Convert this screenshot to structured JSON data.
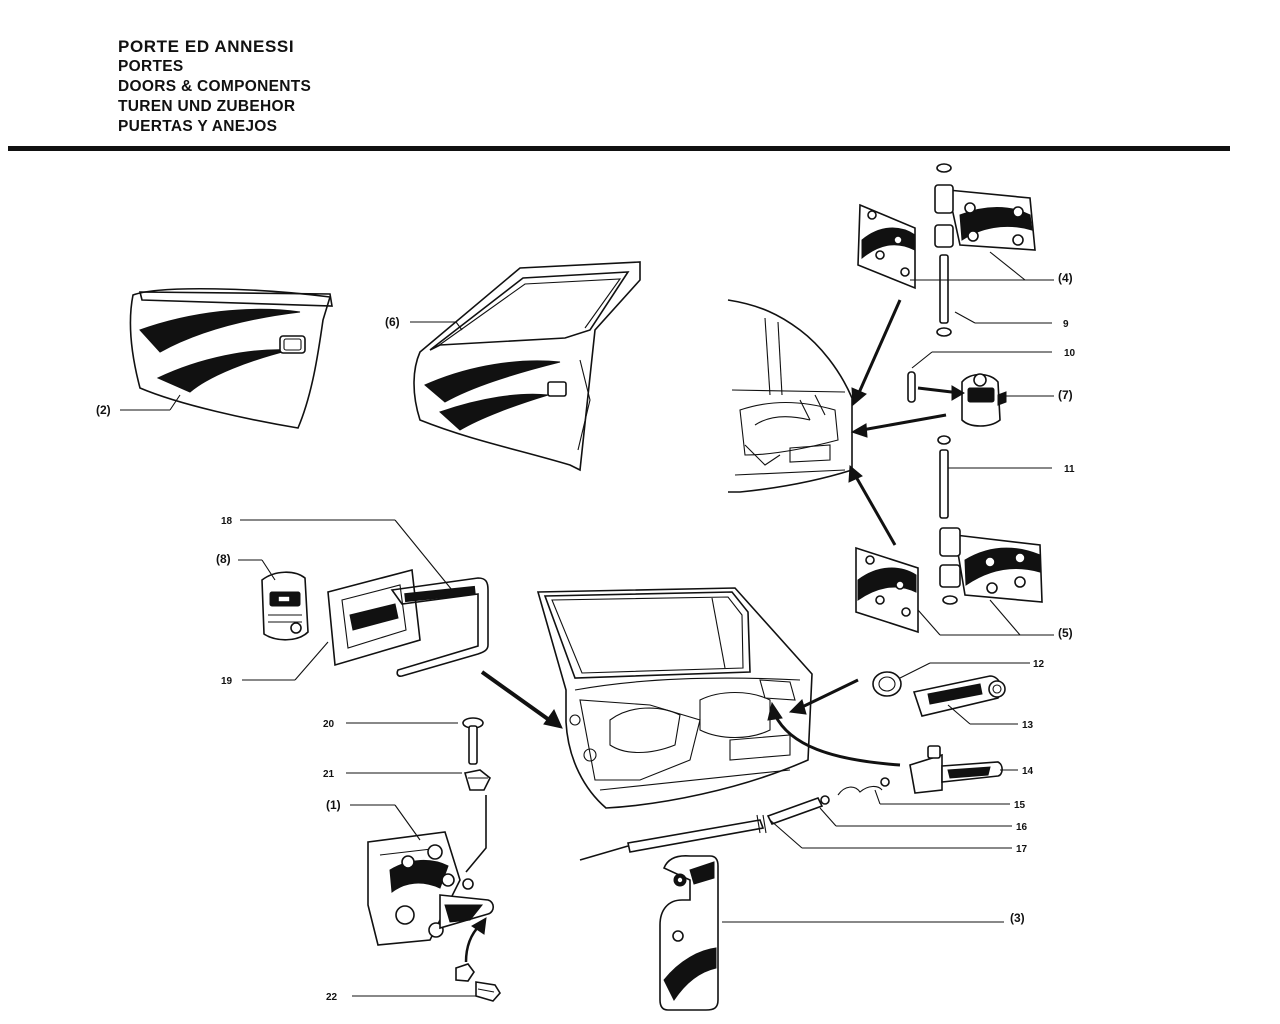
{
  "title": {
    "lines": [
      "PORTE ED ANNESSI",
      "PORTES",
      "DOORS & COMPONENTS",
      "TUREN UND ZUBEHOR",
      "PUERTAS Y ANEJOS"
    ]
  },
  "callouts": {
    "c2": "(2)",
    "c6": "(6)",
    "c4": "(4)",
    "c9": "9",
    "c10": "10",
    "c7": "(7)",
    "c11": "11",
    "c5": "(5)",
    "c18": "18",
    "c8": "(8)",
    "c19": "19",
    "c12": "12",
    "c13": "13",
    "c14": "14",
    "c15": "15",
    "c16": "16",
    "c17": "17",
    "c20": "20",
    "c21": "21",
    "c1": "(1)",
    "c3": "(3)",
    "c22": "22"
  }
}
